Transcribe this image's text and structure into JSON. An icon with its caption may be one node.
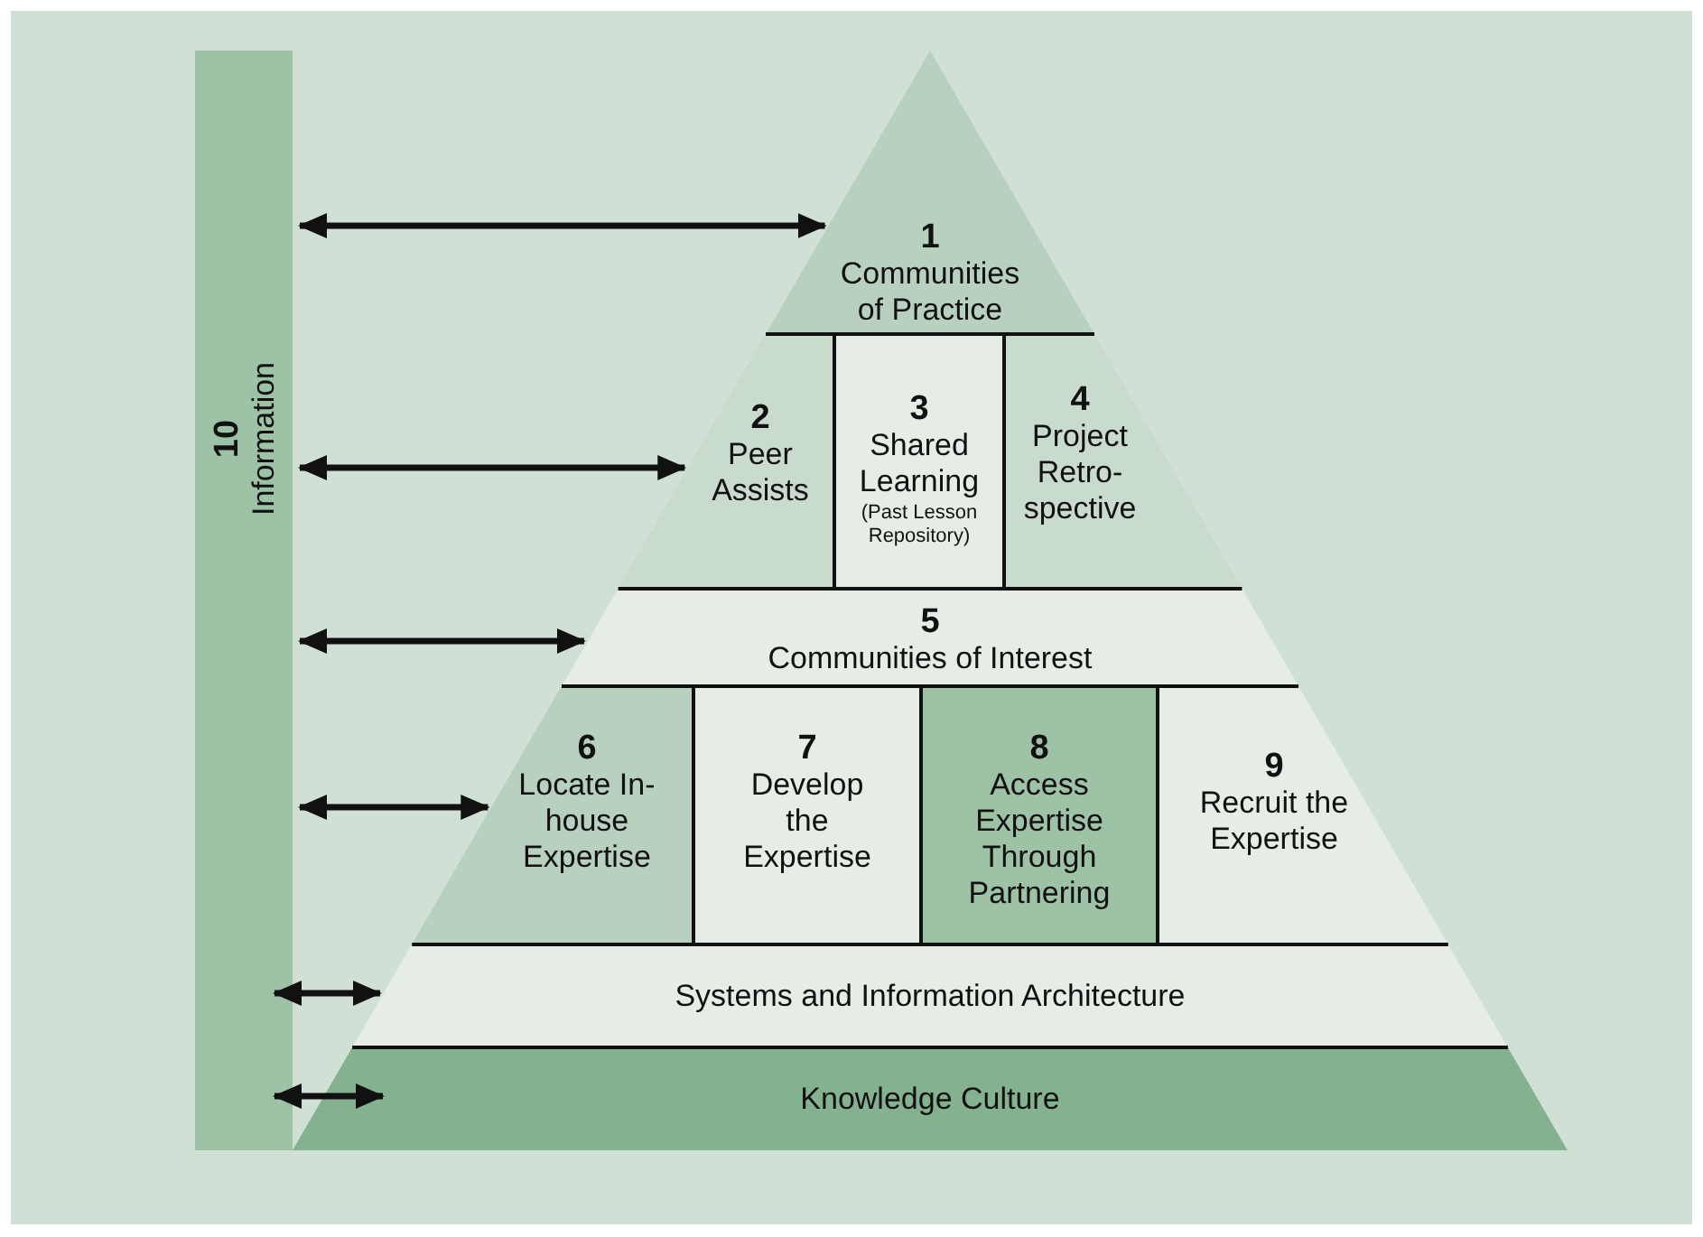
{
  "diagram": {
    "nodes": [
      {
        "text": [
          "10",
          "Information"
        ]
      },
      {
        "text": [
          "1",
          "Communities of Practice"
        ]
      },
      {
        "text": [
          "2",
          "Peer Assists"
        ]
      },
      {
        "text": [
          "3",
          "Shared Learning",
          "(Past Lesson Repository)"
        ]
      },
      {
        "text": [
          "4",
          "Project Retro-spective"
        ]
      },
      {
        "text": [
          "5",
          "Communities of Interest"
        ]
      },
      {
        "text": [
          "6",
          "Locate In-house Expertise"
        ]
      },
      {
        "text": [
          "7",
          "Develop the Expertise"
        ]
      },
      {
        "text": [
          "8",
          "Access Expertise Through Partnering"
        ]
      },
      {
        "text": [
          "9",
          "Recruit the Expertise"
        ]
      },
      {
        "text": [
          "Systems and Information Architecture"
        ]
      },
      {
        "text": [
          "Knowledge Culture"
        ]
      }
    ],
    "edges": [
      {
        "from": 0,
        "to": 1,
        "arrow": "both"
      },
      {
        "from": 0,
        "to": 2,
        "arrow": "both"
      },
      {
        "from": 0,
        "to": 5,
        "arrow": "both"
      },
      {
        "from": 0,
        "to": 6,
        "arrow": "both"
      },
      {
        "from": 0,
        "to": 10,
        "arrow": "both"
      },
      {
        "from": 0,
        "to": 11,
        "arrow": "both"
      }
    ]
  }
}
